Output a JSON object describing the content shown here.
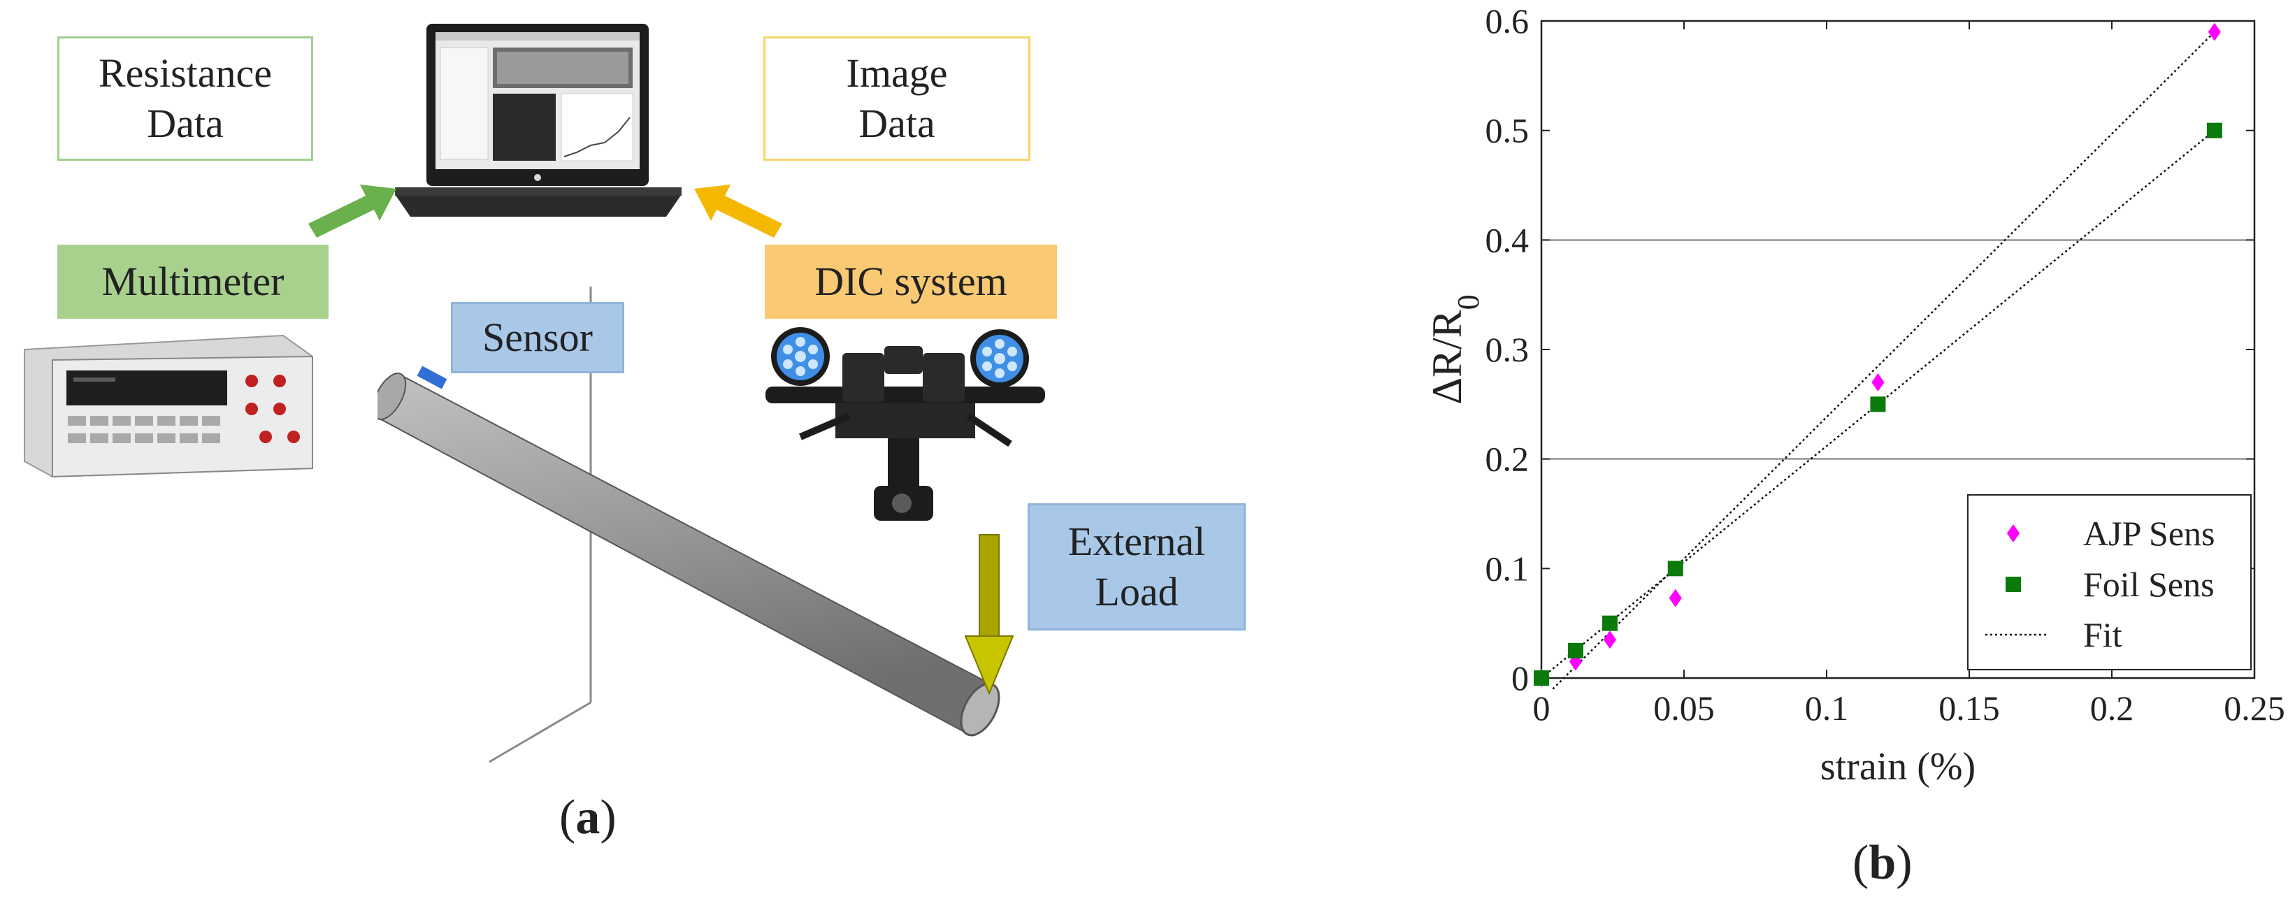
{
  "panel_a": {
    "label": "a",
    "resistance_box": "Resistance\nData",
    "image_box": "Image\nData",
    "multimeter_box": "Multimeter",
    "dic_box": "DIC system",
    "sensor_box": "Sensor",
    "load_box": "External\nLoad",
    "colors": {
      "green_arrow": "#6ab04c",
      "yellow_arrow": "#f5b800",
      "pipe": "#9a9a9a",
      "load_arrow": "#b8b400",
      "sensor_patch": "#2f6fd6"
    },
    "icons": [
      "laptop-icon",
      "multimeter-icon",
      "dic-camera-icon",
      "pipe-icon",
      "load-arrow-icon"
    ]
  },
  "panel_b": {
    "label": "b",
    "chart_data": {
      "type": "scatter",
      "xlabel": "strain (%)",
      "ylabel": "ΔR/R",
      "ylabel_subscript": "0",
      "xlim": [
        0,
        0.25
      ],
      "ylim": [
        0,
        0.6
      ],
      "xticks": [
        "0",
        "0.05",
        "0.1",
        "0.15",
        "0.2",
        "0.25"
      ],
      "yticks": [
        "0",
        "0.1",
        "0.2",
        "0.3",
        "0.4",
        "0.5",
        "0.6"
      ],
      "grid_y": [
        0.2,
        0.4
      ],
      "legend_position": "bottom-right",
      "series": [
        {
          "name": "AJP Sens",
          "marker": "diamond",
          "color": "#ff00ff",
          "x": [
            0,
            0.012,
            0.024,
            0.047,
            0.118,
            0.236
          ],
          "y": [
            0,
            0.015,
            0.035,
            0.073,
            0.27,
            0.59
          ]
        },
        {
          "name": "Foil Sens",
          "marker": "square",
          "color": "#0a7a0a",
          "x": [
            0,
            0.012,
            0.024,
            0.047,
            0.118,
            0.236
          ],
          "y": [
            0,
            0.025,
            0.05,
            0.1,
            0.25,
            0.5
          ]
        },
        {
          "name": "Fit",
          "marker": "dotted-line",
          "color": "#111111",
          "fits": [
            {
              "x": [
                0.004,
                0.236
              ],
              "y": [
                -0.01,
                0.59
              ]
            },
            {
              "x": [
                0,
                0.236
              ],
              "y": [
                0.0,
                0.5
              ]
            }
          ]
        }
      ]
    }
  }
}
